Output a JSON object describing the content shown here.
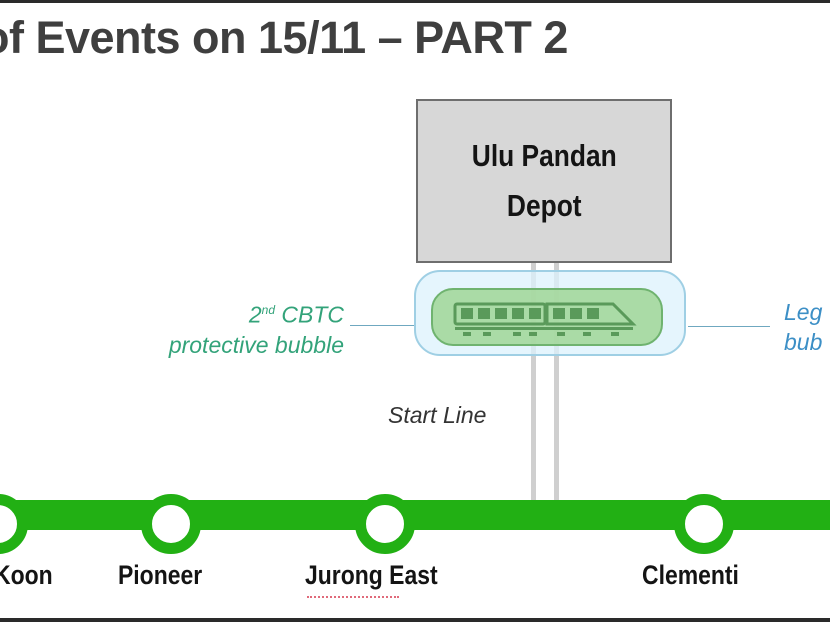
{
  "title": "of Events on 15/11 – PART 2",
  "depot": {
    "line1": "Ulu Pandan",
    "line2": "Depot"
  },
  "labels": {
    "second_bubble_prefix": "2",
    "second_bubble_sup": "nd",
    "second_bubble_rest": " CBTC",
    "second_bubble_line2": "protective bubble",
    "legacy_line1": "Leg",
    "legacy_line2": "bub",
    "start_line": "Start Line"
  },
  "stations": [
    {
      "name": "Koon"
    },
    {
      "name": "Pioneer"
    },
    {
      "name": "Jurong East"
    },
    {
      "name": "Clementi"
    }
  ],
  "colors": {
    "line": "#22b014",
    "bubble_green_text": "#33a37a",
    "bubble_blue_text": "#3c8fc6",
    "depot_fill": "#d7d7d7"
  },
  "icons": {
    "train": "train-icon"
  }
}
